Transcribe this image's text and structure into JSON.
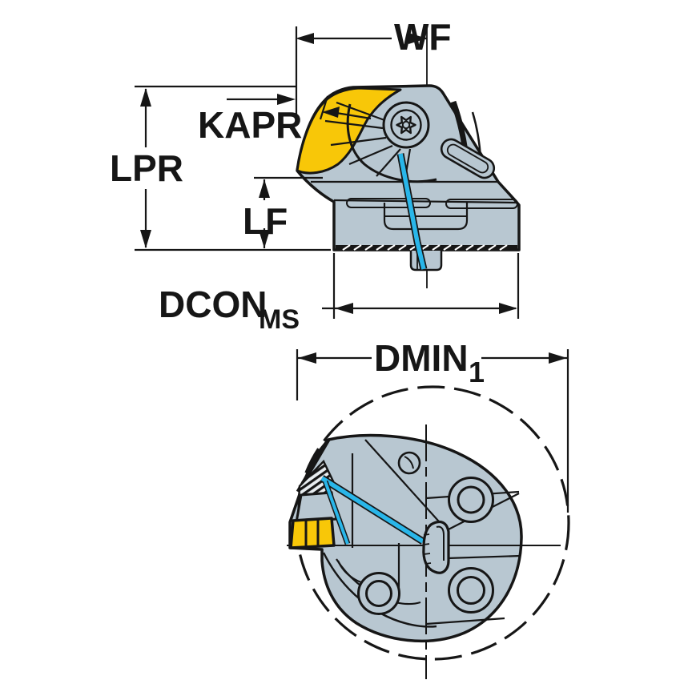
{
  "diagram": {
    "type": "tool-dimension-drawing",
    "views": {
      "side_view": "cutting head side view",
      "front_view": "cutting head front view"
    },
    "labels": {
      "wf": "WF",
      "kapr": "KAPR",
      "lpr": "LPR",
      "lf": "LF",
      "dcon": "DCON",
      "dcon_sub": "MS",
      "dmin": "DMIN",
      "dmin_sub": "1"
    },
    "colors": {
      "body_fill": "#b8c7d1",
      "insert_yellow": "#f8c708",
      "coolant_blue": "#29b6e9",
      "line_black": "#161616",
      "background": "#ffffff"
    }
  }
}
